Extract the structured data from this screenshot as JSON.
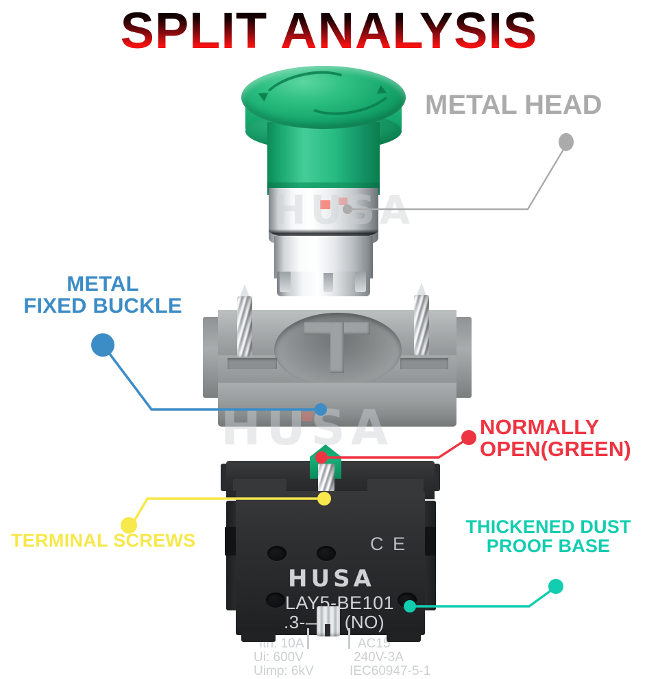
{
  "title": "SPLIT ANALYSIS",
  "brand": "HUSA",
  "watermark": "HUSA",
  "colors": {
    "title_top": "#000000",
    "title_bottom": "#fd1c1c",
    "metal_head_label": "#ababab",
    "buckle_label": "#3c8cc6",
    "normally_open_label": "#ee3442",
    "terminal_screws_label": "#f7e84b",
    "dust_base_label": "#12cdb0",
    "cap_green": "#1fb57b",
    "contact_green": "#13a770",
    "block_black": "#2b2d2f",
    "metal_gray": "#9ea2a3",
    "chrome": "#e9ecee",
    "red_marker": "#f47b72"
  },
  "callouts": [
    {
      "id": "metal-head",
      "label": "METAL HEAD",
      "color": "#ababab",
      "target": "green mushroom head with chrome collar"
    },
    {
      "id": "metal-fixed-buckle",
      "label": "METAL\nFIXED BUCKLE",
      "color": "#3c8cc6",
      "target": "cast metal mounting buckle"
    },
    {
      "id": "normally-open",
      "label": "NORMALLY\nOPEN(GREEN)",
      "color": "#ee3442",
      "target": "green NO contact marker"
    },
    {
      "id": "terminal-screws",
      "label": "TERMINAL SCREWS",
      "color": "#f7e84b",
      "target": "silver terminal screw"
    },
    {
      "id": "thickened-dust-proof-base",
      "label": "THICKENED DUST\nPROOF BASE",
      "color": "#12cdb0",
      "target": "black contact block base"
    }
  ],
  "block_markings": {
    "ce_mark": "C E",
    "brand": "HUSA",
    "model": "LAY5-BE101",
    "contact_code": ".3-—.4 (NO)",
    "left_specs": [
      "Ith: 10A",
      "Ui: 600V",
      "Uimp: 6kV"
    ],
    "right_specs": [
      "AC15",
      "240V-3A",
      "IEC60947-5-1"
    ]
  },
  "parts": {
    "head": "green mushroom push button head",
    "buckle": "metal fixed buckle with two screws",
    "block": "black contact block"
  }
}
